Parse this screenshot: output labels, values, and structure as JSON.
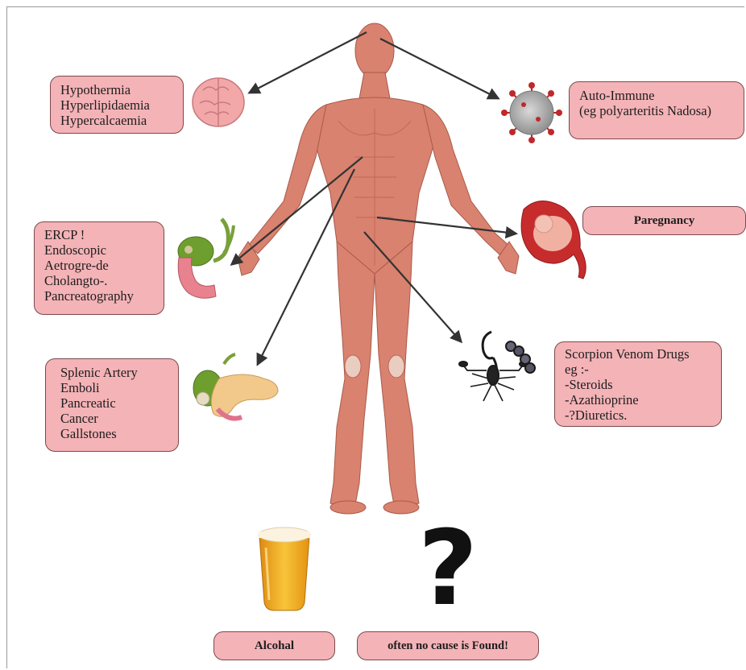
{
  "boxes": {
    "brain": [
      "Hypothermia",
      "Hyperlipidaemia",
      "Hypercalcaemia"
    ],
    "autoimmune": [
      "Auto-Immune",
      "(eg polyarteritis Nadosa)"
    ],
    "ercp": [
      "ERCP !",
      "Endoscopic",
      "Aetrogre-de",
      "Cholangto-.",
      "Pancreatography"
    ],
    "pregnancy": "Paregnancy",
    "splenic": [
      "Splenic Artery",
      "Emboli",
      "Pancreatic",
      "Cancer",
      "Gallstones"
    ],
    "scorpion": [
      "Scorpion Venom Drugs",
      "eg :-",
      "-Steroids",
      "-Azathioprine",
      "-?Diuretics."
    ],
    "alcohal": "Alcohal",
    "nocause": "often no cause is Found!"
  },
  "icons": [
    "human-body-muscle-icon",
    "brain-icon",
    "virus-icon",
    "gallbladder-icon",
    "fetus-icon",
    "pancreas-icon",
    "scorpion-icon",
    "beer-glass-icon",
    "question-mark-icon"
  ],
  "colors": {
    "box_fill": "#f4b3b7",
    "box_border": "#7a4a4d",
    "muscle": "#d9826f",
    "arrow": "#333333"
  }
}
